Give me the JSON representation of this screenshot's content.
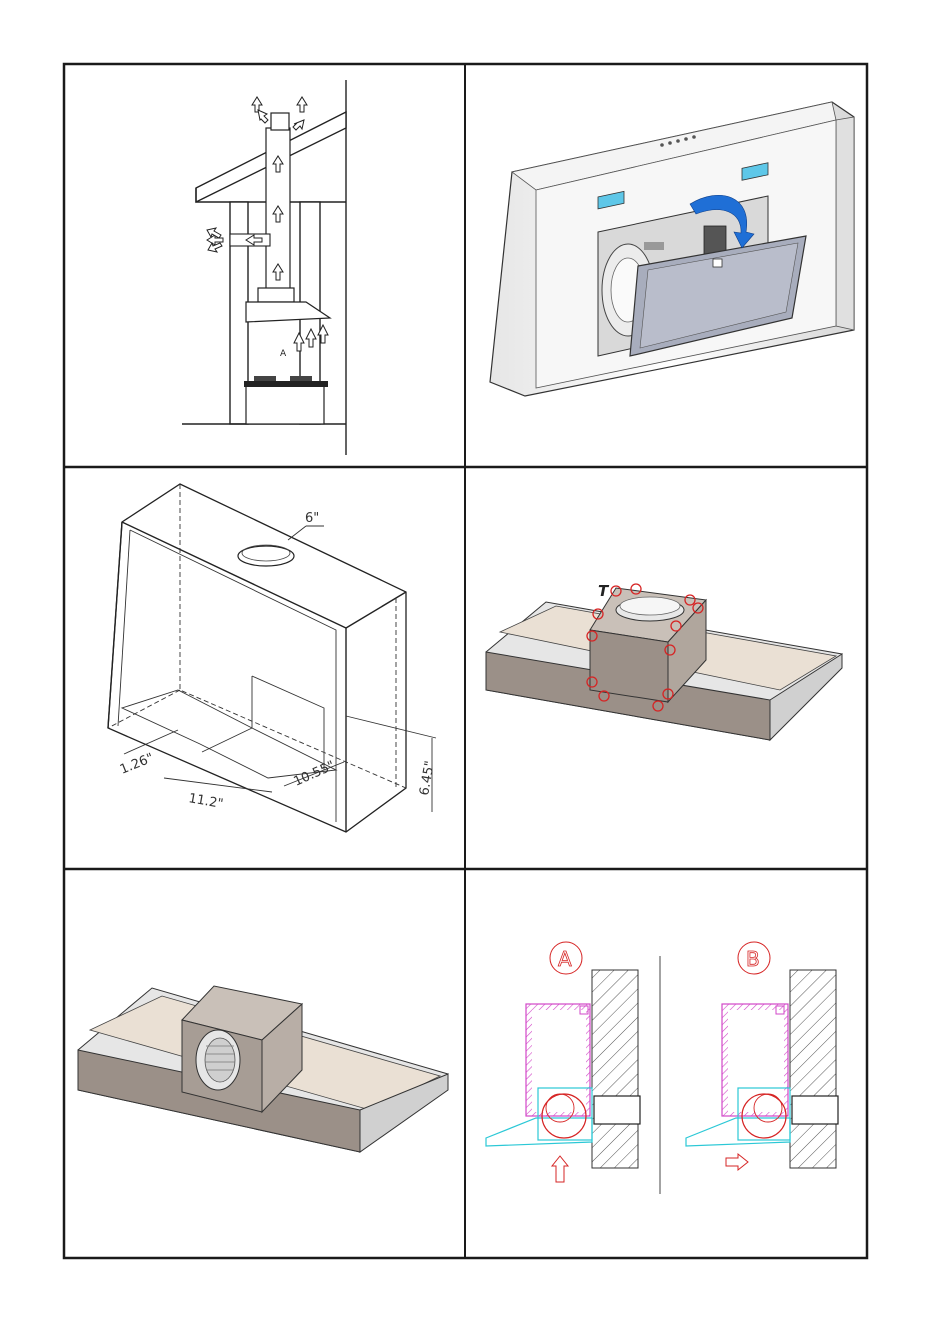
{
  "panels": {
    "p1": {
      "label": "A"
    },
    "p2": {},
    "p3": {
      "dims": {
        "duct": "6\"",
        "side": "1.26\"",
        "width": "11.2\"",
        "depth": "10.55\"",
        "height": "6.45\""
      }
    },
    "p4": {
      "label": "T"
    },
    "p5": {},
    "p6": {
      "labelA": "A",
      "labelB": "B"
    }
  },
  "colors": {
    "frame": "#1a1a1a",
    "hood_panel": "#eae0d4",
    "hood_body": "#9b9088",
    "glass_blue": "#5ec7e8",
    "arrow_blue": "#1f6fd6",
    "marker_red": "#d62424",
    "magenta": "#d247c8",
    "cyan": "#2bc8d6"
  },
  "icons": [
    "air-flow-arrow-icon",
    "rotate-arrow-icon",
    "marker-circle-icon",
    "up-arrow-icon",
    "right-arrow-icon"
  ]
}
